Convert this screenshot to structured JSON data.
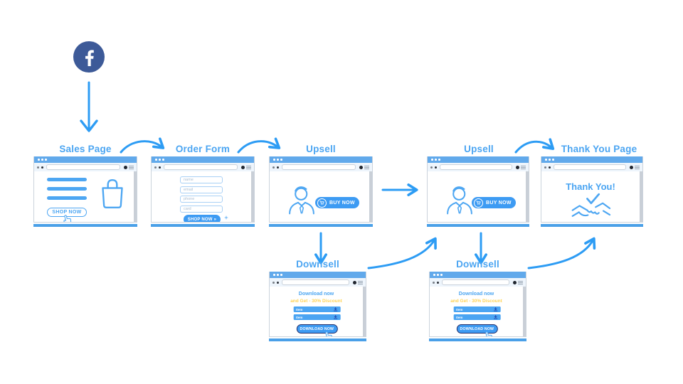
{
  "colors": {
    "primary_blue": "#2D9CF4",
    "title_blue": "#4BA5F2",
    "window_bar_blue": "#61A9EB",
    "facebook_blue": "#3D5A98",
    "accent_yellow": "#FFD355"
  },
  "traffic_source": {
    "name": "Facebook"
  },
  "flow": [
    "Facebook -> Sales Page",
    "Sales Page -> Order Form",
    "Order Form -> Upsell",
    "Upsell -> Upsell",
    "Upsell -> Downsell",
    "Downsell -> Upsell",
    "Upsell -> Thank You Page",
    "Upsell -> Downsell",
    "Downsell -> Thank You Page"
  ],
  "windows": {
    "sales_page": {
      "title": "Sales Page",
      "shop_button": "SHOP NOW"
    },
    "order_form": {
      "title": "Order Form",
      "fields": [
        "name",
        "email",
        "phone",
        "card"
      ],
      "shop_button": "SHOP NOW",
      "shop_button_suffix": "»"
    },
    "upsell_1": {
      "title": "Upsell",
      "buy_button": "BUY NOW"
    },
    "upsell_2": {
      "title": "Upsell",
      "buy_button": "BUY NOW"
    },
    "thank_you": {
      "title": "Thank You Page",
      "message": "Thank You!"
    },
    "downsell_1": {
      "title": "Downsell",
      "heading": "Download now",
      "subheading": "and Get - 30% Discount",
      "items": [
        "Item",
        "Item"
      ],
      "download_button": "DOWNLOAD NOW"
    },
    "downsell_2": {
      "title": "Downsell",
      "heading": "Download now",
      "subheading": "and Get - 30% Discount",
      "items": [
        "Item",
        "Item"
      ],
      "download_button": "DOWNLOAD NOW"
    }
  }
}
